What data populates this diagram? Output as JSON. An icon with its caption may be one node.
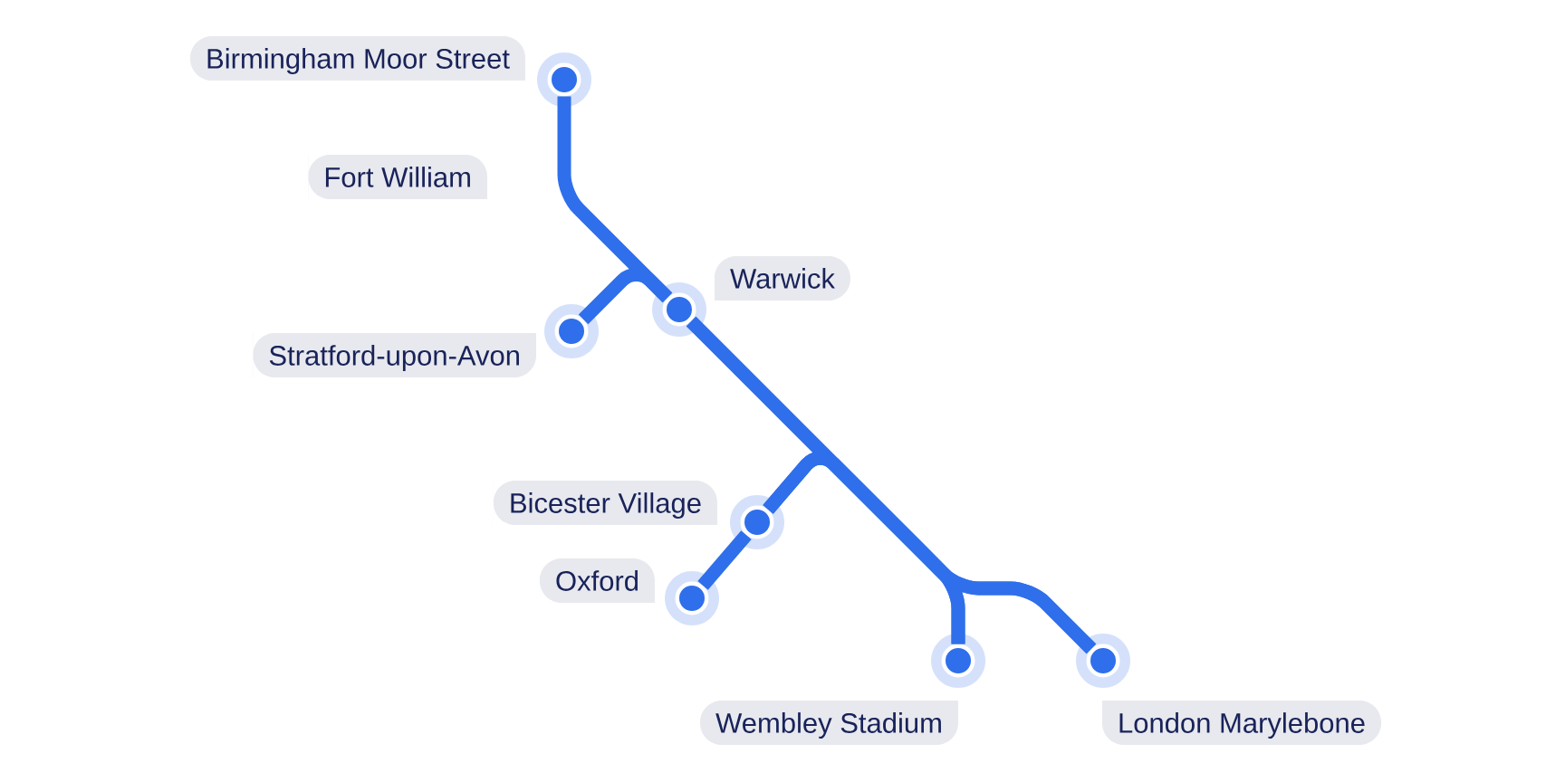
{
  "diagram": {
    "nodes": [
      {
        "text": [
          "Birmingham Moor Street"
        ]
      },
      {
        "text": [],
        "shape": "circle"
      },
      {
        "text": [
          "Fort William"
        ]
      },
      {
        "text": [],
        "shape": "circle"
      },
      {
        "text": [
          "Warwick"
        ]
      },
      {
        "text": [],
        "shape": "circle"
      },
      {
        "text": [
          "Stratford-upon-Avon"
        ]
      },
      {
        "text": [
          "Bicester Village"
        ]
      },
      {
        "text": [],
        "shape": "circle"
      },
      {
        "text": [
          "Oxford"
        ]
      },
      {
        "text": [],
        "shape": "circle"
      },
      {
        "text": [],
        "shape": "circle"
      },
      {
        "text": [],
        "shape": "circle"
      },
      {
        "text": [
          "Wembley Stadium"
        ]
      },
      {
        "text": [
          "London Marylebone"
        ]
      }
    ],
    "edges": [
      {
        "from": 1,
        "to": 3,
        "arrow": "none"
      },
      {
        "from": 5,
        "to": 3,
        "arrow": "none"
      },
      {
        "from": 3,
        "to": 11,
        "arrow": "none"
      },
      {
        "from": 3,
        "to": 12,
        "arrow": "none"
      },
      {
        "from": 8,
        "to": 11,
        "arrow": "none"
      },
      {
        "from": 8,
        "to": 12,
        "arrow": "none"
      },
      {
        "from": 10,
        "to": 8,
        "arrow": "none"
      }
    ]
  }
}
